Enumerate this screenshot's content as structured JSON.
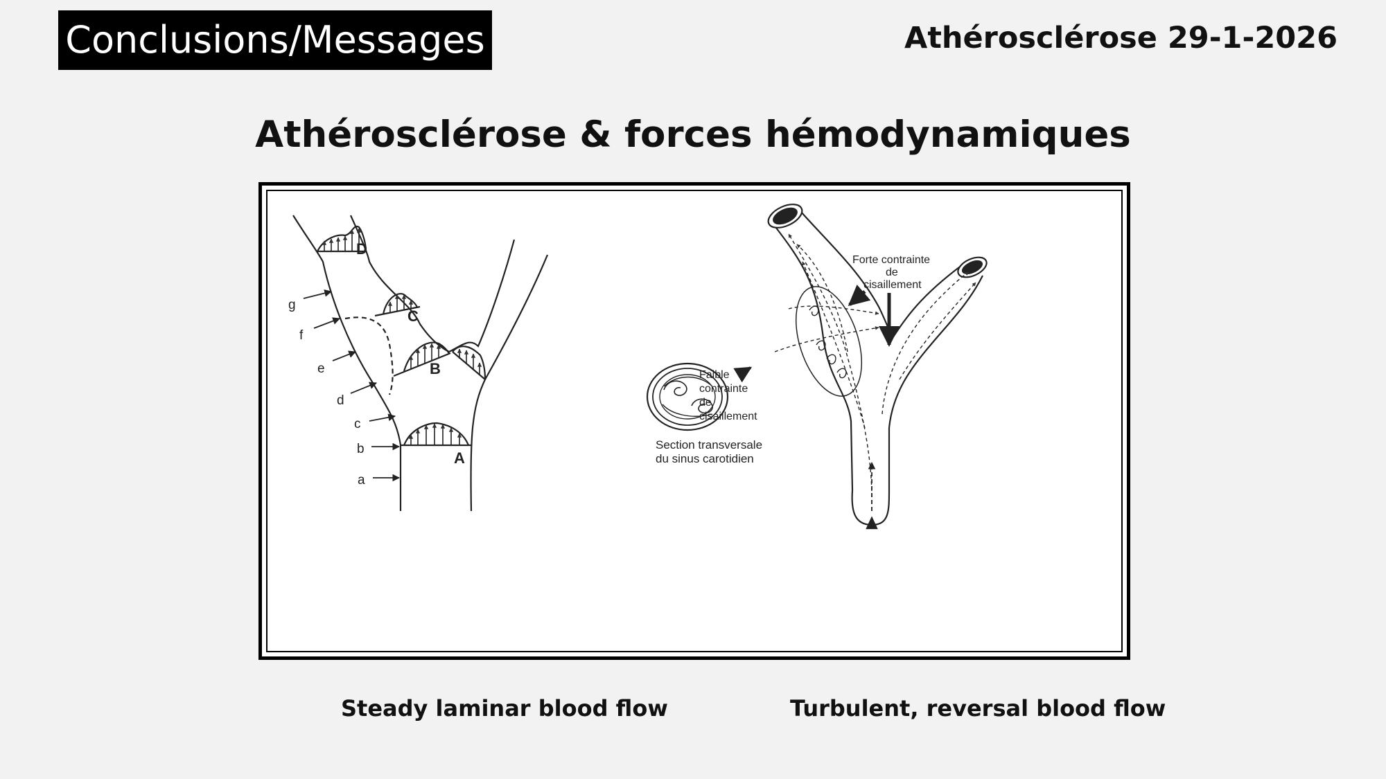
{
  "header": {
    "section_tag": "Conclusions/Messages",
    "course_title": "Athérosclérose 29-1-2026"
  },
  "slide": {
    "title": "Athérosclérose & forces hémodynamiques"
  },
  "figure": {
    "left_panel": {
      "profile_labels": [
        "D",
        "C",
        "B",
        "A"
      ],
      "wall_labels": [
        "g",
        "f",
        "e",
        "d",
        "c",
        "b",
        "a"
      ]
    },
    "right_panel": {
      "high_shear_label": [
        "Forte contrainte",
        "de",
        "cisaillement"
      ],
      "low_shear_label": [
        "Faible",
        "contrainte",
        "de",
        "cisaillement"
      ],
      "cross_section_label": [
        "Section transversale",
        "du sinus carotidien"
      ]
    }
  },
  "captions": {
    "left": "Steady laminar blood flow",
    "right": "Turbulent, reversal blood flow"
  }
}
